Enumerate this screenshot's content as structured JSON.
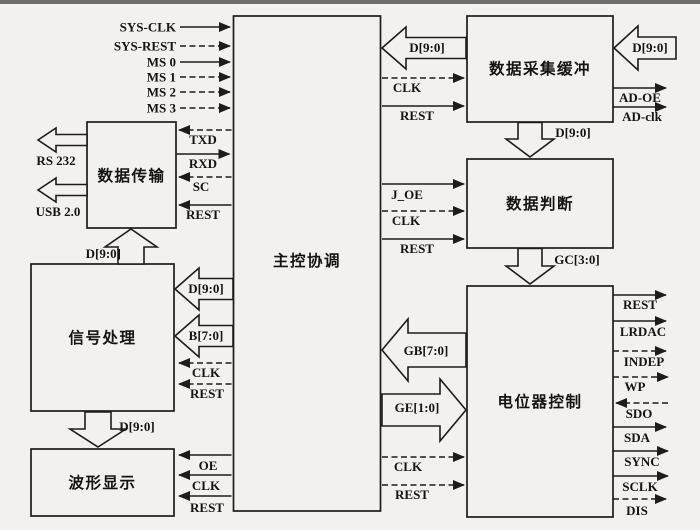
{
  "colors": {
    "background": "#f2f1ed",
    "line": "#1c1c1c",
    "text": "#141414"
  },
  "blocks": {
    "main_control": {
      "label": "主控协调"
    },
    "data_transfer": {
      "label": "数据传输"
    },
    "signal_processing": {
      "label": "信号处理"
    },
    "waveform_display": {
      "label": "波形显示"
    },
    "acquisition_buffer": {
      "label": "数据采集缓冲"
    },
    "data_judgment": {
      "label": "数据判断"
    },
    "potentiometer_control": {
      "label": "电位器控制"
    }
  },
  "signals": {
    "system_inputs": [
      {
        "label": "SYS-CLK",
        "line": "solid",
        "to": "main_control"
      },
      {
        "label": "SYS-REST",
        "line": "dashed",
        "to": "main_control"
      },
      {
        "label": "MS 0",
        "line": "solid",
        "to": "main_control"
      },
      {
        "label": "MS 1",
        "line": "dashed",
        "to": "main_control"
      },
      {
        "label": "MS 2",
        "line": "dashed",
        "to": "main_control"
      },
      {
        "label": "MS 3",
        "line": "dashed",
        "to": "main_control"
      }
    ],
    "transfer_external_buses": [
      {
        "label": "RS 232",
        "direction": "out"
      },
      {
        "label": "USB 2.0",
        "direction": "out"
      }
    ],
    "transfer_main": [
      {
        "label": "TXD",
        "line": "dashed",
        "direction": "to-transfer"
      },
      {
        "label": "RXD",
        "line": "solid",
        "direction": "to-main"
      },
      {
        "label": "SC",
        "line": "dashed",
        "direction": "to-transfer"
      },
      {
        "label": "REST",
        "line": "solid",
        "direction": "to-transfer"
      }
    ],
    "signal_to_transfer_bus": {
      "label": "D[9:0]"
    },
    "main_to_signal_buses": [
      {
        "label": "D[9:0]"
      },
      {
        "label": "B[7:0]"
      }
    ],
    "main_to_signal": [
      {
        "label": "CLK",
        "line": "dashed"
      },
      {
        "label": "REST",
        "line": "dashed"
      }
    ],
    "signal_to_wave_bus": {
      "label": "D[9:0]"
    },
    "main_to_wave": [
      {
        "label": "OE",
        "line": "solid"
      },
      {
        "label": "CLK",
        "line": "solid"
      },
      {
        "label": "REST",
        "line": "solid"
      }
    ],
    "acq_to_main_bus": {
      "label": "D[9:0]"
    },
    "main_to_acq": [
      {
        "label": "CLK",
        "line": "dashed"
      },
      {
        "label": "REST",
        "line": "solid"
      }
    ],
    "adc_input_bus": {
      "label": "D[9:0]"
    },
    "acq_outputs": [
      {
        "label": "AD-OE",
        "line": "solid"
      },
      {
        "label": "AD-clk",
        "line": "solid"
      }
    ],
    "acq_to_judge_bus": {
      "label": "D[9:0]"
    },
    "main_to_judge": [
      {
        "label": "J_OE",
        "line": "solid"
      },
      {
        "label": "CLK",
        "line": "dashed"
      },
      {
        "label": "REST",
        "line": "solid"
      }
    ],
    "judge_to_pot_bus": {
      "label": "GC[3:0]"
    },
    "pot_to_main_bus": {
      "label": "GB[7:0]"
    },
    "main_to_pot_bus": {
      "label": "GE[1:0]"
    },
    "main_to_pot": [
      {
        "label": "CLK",
        "line": "dashed"
      },
      {
        "label": "REST",
        "line": "dashed"
      }
    ],
    "pot_outputs": [
      {
        "label": "REST",
        "line": "solid",
        "direction": "out"
      },
      {
        "label": "LRDAC",
        "line": "solid",
        "direction": "out"
      },
      {
        "label": "INDEP",
        "line": "dashed",
        "direction": "out"
      },
      {
        "label": "WP",
        "line": "dashed",
        "direction": "out"
      },
      {
        "label": "SDO",
        "line": "dashed",
        "direction": "in"
      },
      {
        "label": "SDA",
        "line": "solid",
        "direction": "out"
      },
      {
        "label": "SYNC",
        "line": "solid",
        "direction": "out"
      },
      {
        "label": "SCLK",
        "line": "solid",
        "direction": "out"
      },
      {
        "label": "DIS",
        "line": "dashed",
        "direction": "out"
      }
    ]
  }
}
